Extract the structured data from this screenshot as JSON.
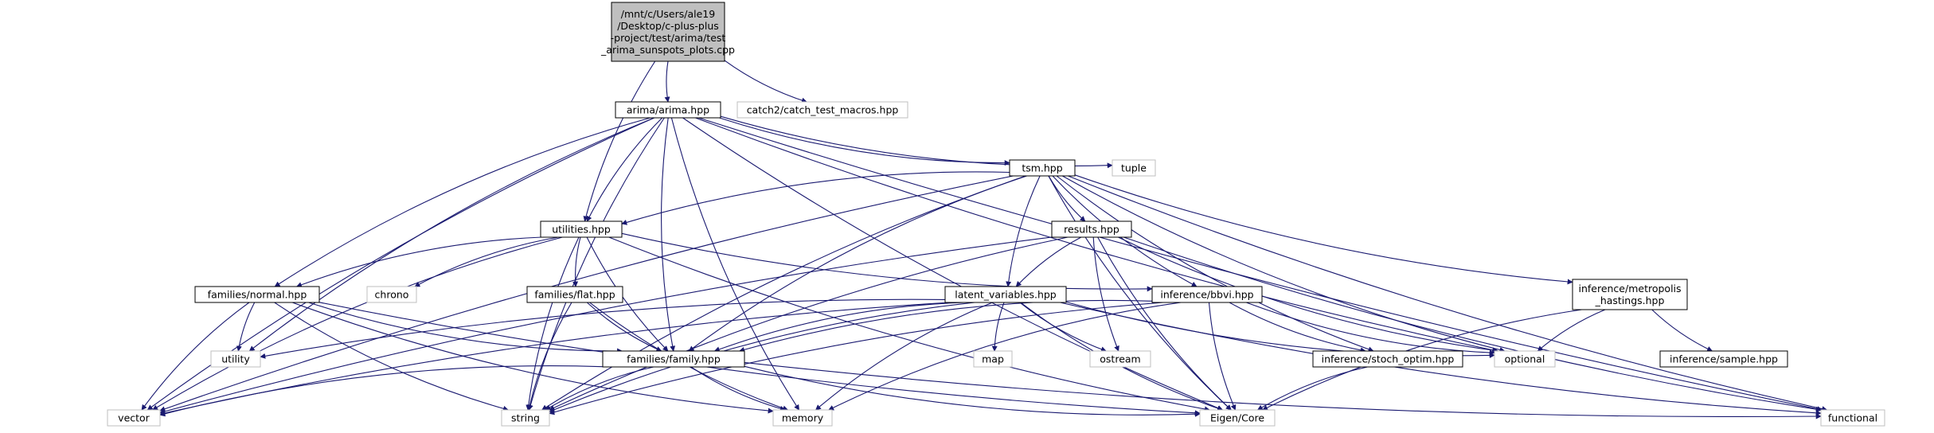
{
  "diagram": {
    "nodes": [
      {
        "id": "root",
        "lines": [
          "/mnt/c/Users/ale19",
          "/Desktop/c-plus-plus",
          "-project/test/arima/test",
          "_arima_sunspots_plots.cpp"
        ],
        "style": "root"
      },
      {
        "id": "arima",
        "lines": [
          "arima/arima.hpp"
        ],
        "style": "internal"
      },
      {
        "id": "catch",
        "lines": [
          "catch2/catch_test_macros.hpp"
        ],
        "style": "external"
      },
      {
        "id": "tsm",
        "lines": [
          "tsm.hpp"
        ],
        "style": "internal"
      },
      {
        "id": "tuple",
        "lines": [
          "tuple"
        ],
        "style": "external"
      },
      {
        "id": "utilities",
        "lines": [
          "utilities.hpp"
        ],
        "style": "internal"
      },
      {
        "id": "results",
        "lines": [
          "results.hpp"
        ],
        "style": "internal"
      },
      {
        "id": "metropolis",
        "lines": [
          "inference/metropolis",
          "_hastings.hpp"
        ],
        "style": "internal"
      },
      {
        "id": "normal",
        "lines": [
          "families/normal.hpp"
        ],
        "style": "internal"
      },
      {
        "id": "chrono",
        "lines": [
          "chrono"
        ],
        "style": "external"
      },
      {
        "id": "flat",
        "lines": [
          "families/flat.hpp"
        ],
        "style": "internal"
      },
      {
        "id": "latent",
        "lines": [
          "latent_variables.hpp"
        ],
        "style": "internal"
      },
      {
        "id": "bbvi",
        "lines": [
          "inference/bbvi.hpp"
        ],
        "style": "internal"
      },
      {
        "id": "family",
        "lines": [
          "families/family.hpp"
        ],
        "style": "internal"
      },
      {
        "id": "utility",
        "lines": [
          "utility"
        ],
        "style": "external"
      },
      {
        "id": "map",
        "lines": [
          "map"
        ],
        "style": "external"
      },
      {
        "id": "ostream",
        "lines": [
          "ostream"
        ],
        "style": "external"
      },
      {
        "id": "stoch",
        "lines": [
          "inference/stoch_optim.hpp"
        ],
        "style": "internal"
      },
      {
        "id": "optional",
        "lines": [
          "optional"
        ],
        "style": "external"
      },
      {
        "id": "sample",
        "lines": [
          "inference/sample.hpp"
        ],
        "style": "internal"
      },
      {
        "id": "vector",
        "lines": [
          "vector"
        ],
        "style": "external"
      },
      {
        "id": "string",
        "lines": [
          "string"
        ],
        "style": "external"
      },
      {
        "id": "memory",
        "lines": [
          "memory"
        ],
        "style": "external"
      },
      {
        "id": "eigen",
        "lines": [
          "Eigen/Core"
        ],
        "style": "external"
      },
      {
        "id": "functional",
        "lines": [
          "functional"
        ],
        "style": "external"
      }
    ],
    "edges": [
      [
        "root",
        "arima"
      ],
      [
        "root",
        "catch"
      ],
      [
        "root",
        "utilities"
      ],
      [
        "arima",
        "tsm"
      ],
      [
        "arima",
        "tuple"
      ],
      [
        "arima",
        "utilities"
      ],
      [
        "arima",
        "normal"
      ],
      [
        "arima",
        "family"
      ],
      [
        "arima",
        "vector"
      ],
      [
        "arima",
        "string"
      ],
      [
        "arima",
        "utility"
      ],
      [
        "arima",
        "memory"
      ],
      [
        "arima",
        "optional"
      ],
      [
        "arima",
        "functional"
      ],
      [
        "arima",
        "eigen"
      ],
      [
        "tsm",
        "utilities"
      ],
      [
        "tsm",
        "results"
      ],
      [
        "tsm",
        "latent"
      ],
      [
        "tsm",
        "bbvi"
      ],
      [
        "tsm",
        "metropolis"
      ],
      [
        "tsm",
        "stoch"
      ],
      [
        "tsm",
        "family"
      ],
      [
        "tsm",
        "vector"
      ],
      [
        "tsm",
        "string"
      ],
      [
        "tsm",
        "optional"
      ],
      [
        "tsm",
        "eigen"
      ],
      [
        "tsm",
        "functional"
      ],
      [
        "utilities",
        "normal"
      ],
      [
        "utilities",
        "flat"
      ],
      [
        "utilities",
        "family"
      ],
      [
        "utilities",
        "bbvi"
      ],
      [
        "utilities",
        "chrono"
      ],
      [
        "utilities",
        "string"
      ],
      [
        "utilities",
        "vector"
      ],
      [
        "utilities",
        "eigen"
      ],
      [
        "results",
        "latent"
      ],
      [
        "results",
        "ostream"
      ],
      [
        "results",
        "optional"
      ],
      [
        "results",
        "eigen"
      ],
      [
        "results",
        "vector"
      ],
      [
        "results",
        "string"
      ],
      [
        "results",
        "functional"
      ],
      [
        "metropolis",
        "sample"
      ],
      [
        "metropolis",
        "optional"
      ],
      [
        "metropolis",
        "eigen"
      ],
      [
        "normal",
        "family"
      ],
      [
        "normal",
        "utility"
      ],
      [
        "normal",
        "vector"
      ],
      [
        "normal",
        "string"
      ],
      [
        "normal",
        "memory"
      ],
      [
        "normal",
        "eigen"
      ],
      [
        "flat",
        "family"
      ],
      [
        "flat",
        "string"
      ],
      [
        "flat",
        "memory"
      ],
      [
        "latent",
        "family"
      ],
      [
        "latent",
        "utility"
      ],
      [
        "latent",
        "map"
      ],
      [
        "latent",
        "ostream"
      ],
      [
        "latent",
        "optional"
      ],
      [
        "latent",
        "vector"
      ],
      [
        "latent",
        "string"
      ],
      [
        "latent",
        "memory"
      ],
      [
        "latent",
        "eigen"
      ],
      [
        "latent",
        "functional"
      ],
      [
        "bbvi",
        "stoch"
      ],
      [
        "bbvi",
        "family"
      ],
      [
        "bbvi",
        "optional"
      ],
      [
        "bbvi",
        "eigen"
      ],
      [
        "bbvi",
        "memory"
      ],
      [
        "bbvi",
        "string"
      ],
      [
        "family",
        "vector"
      ],
      [
        "family",
        "string"
      ],
      [
        "family",
        "memory"
      ],
      [
        "family",
        "eigen"
      ],
      [
        "family",
        "functional"
      ],
      [
        "stoch",
        "eigen"
      ]
    ]
  },
  "colors": {
    "edge": "#191970",
    "root_fill": "#bfbfbf",
    "internal_fill": "#ffffff",
    "internal_border": "#000000",
    "external_border": "#bfbfbf",
    "text": "#000000"
  }
}
